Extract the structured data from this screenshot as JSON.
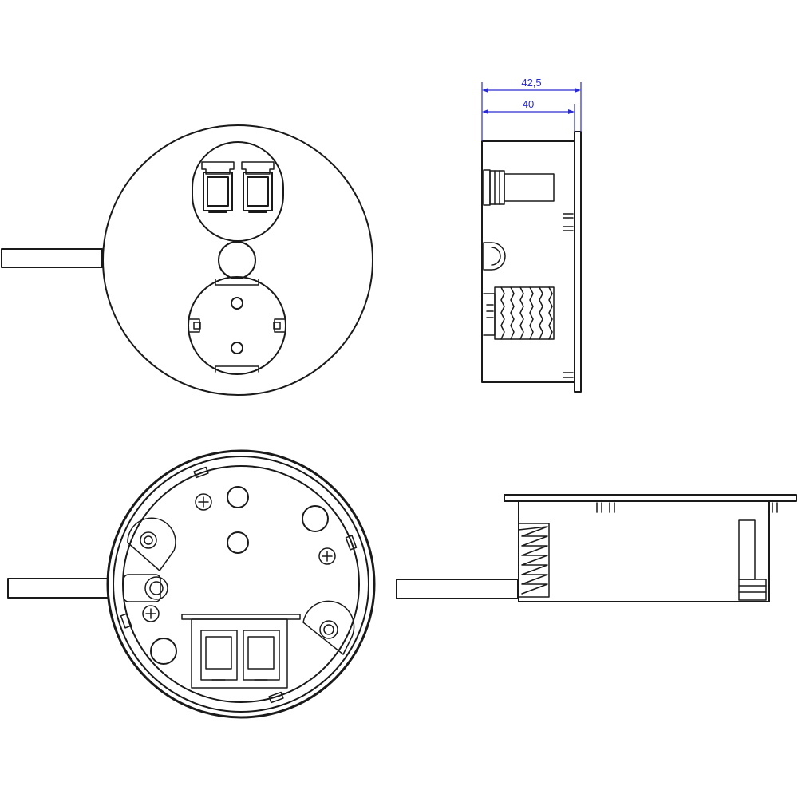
{
  "colors": {
    "line": "#1a1a1a",
    "dimension": "#2a2ad0",
    "background": "#ffffff"
  },
  "views": [
    {
      "name": "front-view",
      "description_shown": false
    },
    {
      "name": "side-view",
      "description_shown": false
    },
    {
      "name": "bottom-view",
      "description_shown": false
    },
    {
      "name": "side-view-rotated",
      "description_shown": false
    }
  ],
  "dimensions": {
    "overall_depth": "42,5",
    "body_depth": "40"
  }
}
